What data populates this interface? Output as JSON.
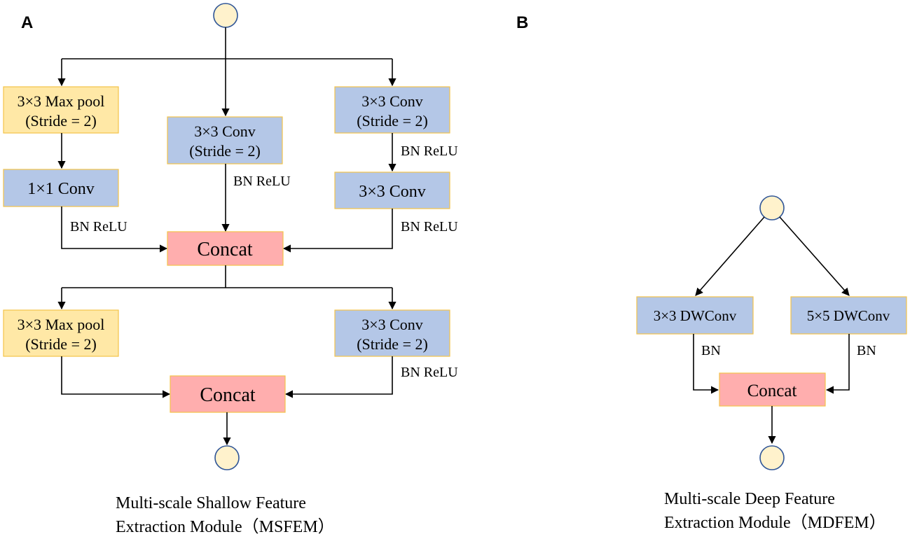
{
  "panel_a": {
    "label": "A",
    "branch1": {
      "maxpool": [
        "3×3 Max pool",
        "(Stride = 2)"
      ],
      "conv1x1": "1×1 Conv",
      "bn_relu": "BN ReLU"
    },
    "branch2": {
      "conv": [
        "3×3 Conv",
        "(Stride = 2)"
      ],
      "bn_relu": "BN ReLU"
    },
    "branch3": {
      "conv_stride": [
        "3×3 Conv",
        "(Stride = 2)"
      ],
      "bn_relu_1": "BN ReLU",
      "conv3x3": "3×3 Conv",
      "bn_relu_2": "BN ReLU"
    },
    "concat1": "Concat",
    "branch4": {
      "maxpool": [
        "3×3 Max pool",
        "(Stride = 2)"
      ]
    },
    "branch5": {
      "conv": [
        "3×3 Conv",
        "(Stride = 2)"
      ],
      "bn_relu": "BN ReLU"
    },
    "concat2": "Concat",
    "caption": [
      "Multi-scale Shallow Feature",
      "Extraction Module（MSFEM）"
    ]
  },
  "panel_b": {
    "label": "B",
    "dwconv3": "3×3 DWConv",
    "dwconv5": "5×5 DWConv",
    "bn_left": "BN",
    "bn_right": "BN",
    "concat": "Concat",
    "caption": [
      "Multi-scale Deep Feature",
      "Extraction Module（MDFEM）"
    ]
  }
}
